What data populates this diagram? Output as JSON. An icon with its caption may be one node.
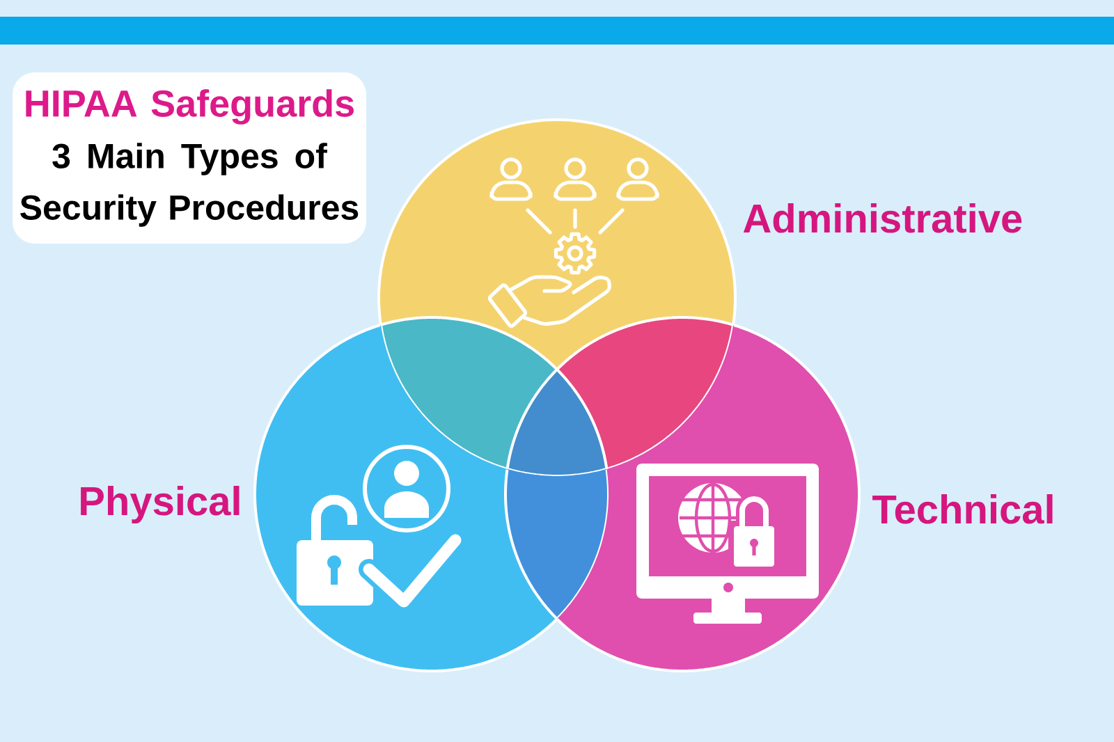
{
  "diagram": {
    "nodes": [
      {
        "text": [],
        "shape": "bar"
      },
      {
        "text": [
          "HIPAA Safeguards",
          "3 Main Types of Security Procedures"
        ]
      },
      {
        "text": [
          "Administrative"
        ]
      },
      {
        "text": [
          "Physical"
        ]
      },
      {
        "text": [
          "Technical"
        ]
      }
    ]
  }
}
